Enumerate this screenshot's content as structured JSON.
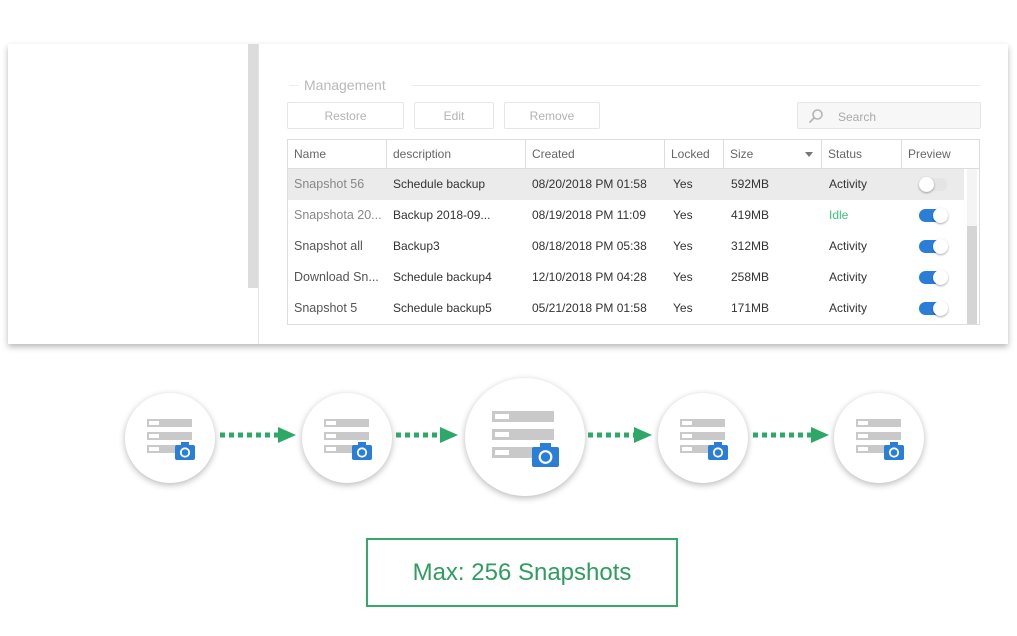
{
  "management": {
    "title": "Management",
    "buttons": {
      "restore": "Restore",
      "edit": "Edit",
      "remove": "Remove"
    },
    "search_placeholder": "Search"
  },
  "table": {
    "columns": [
      "Name",
      "description",
      "Created",
      "Locked",
      "Size",
      "Status",
      "Preview"
    ],
    "sorted_column": "Size",
    "rows": [
      {
        "name": "Snapshot 56",
        "description": "Schedule backup",
        "created": "08/20/2018 PM 01:58",
        "locked": "Yes",
        "size": "592MB",
        "status": "Activity",
        "preview": false,
        "selected": true
      },
      {
        "name": "Snapshota 20...",
        "description": "Backup 2018-09...",
        "created": "08/19/2018 PM 11:09",
        "locked": "Yes",
        "size": "419MB",
        "status": "Idle",
        "preview": true,
        "selected": false
      },
      {
        "name": "Snapshot all",
        "description": "Backup3",
        "created": "08/18/2018 PM 05:38",
        "locked": "Yes",
        "size": "312MB",
        "status": "Activity",
        "preview": true,
        "selected": false
      },
      {
        "name": "Download Sn...",
        "description": "Schedule backup4",
        "created": "12/10/2018 PM 04:28",
        "locked": "Yes",
        "size": "258MB",
        "status": "Activity",
        "preview": true,
        "selected": false
      },
      {
        "name": "Snapshot 5",
        "description": "Schedule backup5",
        "created": "05/21/2018 PM 01:58",
        "locked": "Yes",
        "size": "171MB",
        "status": "Activity",
        "preview": true,
        "selected": false
      }
    ]
  },
  "diagram": {
    "node_icon": "server-camera-icon",
    "arrow_icon": "dotted-arrow-icon",
    "accent": "#2ea866",
    "camera_color": "#2b7ed8"
  },
  "max_label": "Max: 256 Snapshots",
  "colors": {
    "idle_status": "#3cc27e",
    "toggle_on": "#2b7ed8",
    "box_border": "#35a86a"
  }
}
